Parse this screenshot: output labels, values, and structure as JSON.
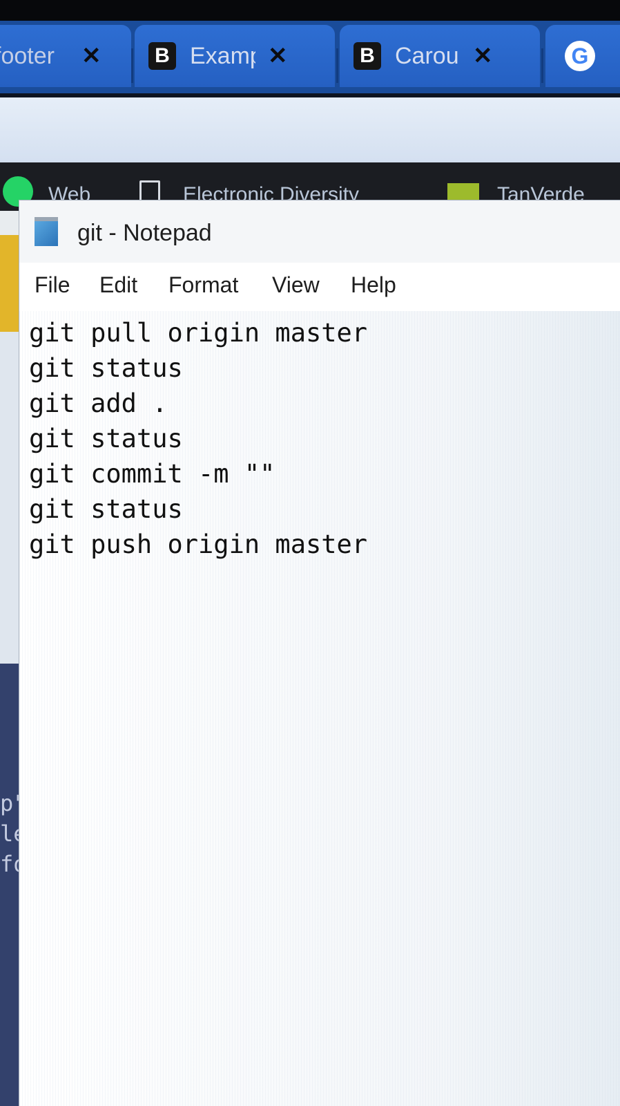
{
  "browser": {
    "tabs": [
      {
        "title": "footer",
        "favicon": "none",
        "close": "✕"
      },
      {
        "title": "Examp",
        "favicon": "bootstrap-icon",
        "favicon_letter": "B",
        "close": "✕"
      },
      {
        "title": "Carou",
        "favicon": "bootstrap-icon",
        "favicon_letter": "B",
        "close": "✕"
      },
      {
        "title": "",
        "favicon": "google-icon",
        "favicon_letter": "G"
      }
    ],
    "bookmarks": [
      {
        "label": "Web",
        "icon": "whatsapp-icon"
      },
      {
        "label": "Electronic Diversity",
        "icon": "document-icon"
      },
      {
        "label": "TanVerde",
        "icon": "green-square-icon"
      }
    ]
  },
  "notepad": {
    "title": "git - Notepad",
    "menu": [
      "File",
      "Edit",
      "Format",
      "View",
      "Help"
    ],
    "lines": [
      "git pull origin master",
      "git status",
      "git add .",
      "git status",
      "git commit -m \"\"",
      "git status",
      "git push origin master"
    ]
  },
  "background_code": [
    "p\"",
    "le",
    "fo"
  ],
  "colors": {
    "tab_strip": "#1a4c9a",
    "tab": "#2e6ed3",
    "bookmarks_bar": "#1b1d22",
    "notepad_bg": "#ffffff",
    "accent_yellow": "#e2b52a",
    "left_panel": "#33416c"
  }
}
